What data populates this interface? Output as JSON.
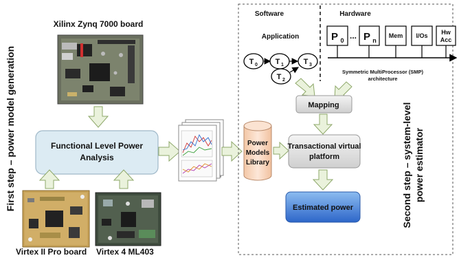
{
  "left_side_title": "First step – power model generation",
  "right_side_title_line1": "Second step – system-level",
  "right_side_title_line2": "power estimator",
  "zynq_label": "Xilinx Zynq 7000 board",
  "flpa_line1": "Functional Level Power",
  "flpa_line2": "Analysis",
  "virtex2_label": "Virtex II Pro board",
  "virtex4_label": "Virtex 4 ML403",
  "library_line1": "Power",
  "library_line2": "Models",
  "library_line3": "Library",
  "software_label": "Software",
  "hardware_label": "Hardware",
  "application_label": "Application",
  "tasks": {
    "t0": "T",
    "t0_sub": "0",
    "t1": "T",
    "t1_sub": "1",
    "t2": "T",
    "t2_sub": "2",
    "t3": "T",
    "t3_sub": "3"
  },
  "hw_blocks": {
    "p0": "P",
    "p0_sub": "0",
    "ellipsis": "...",
    "pn": "P",
    "pn_sub": "n",
    "mem": "Mem",
    "ios": "I/Os",
    "hwacc_line1": "Hw",
    "hwacc_line2": "Acc"
  },
  "smp_line1": "Symmetric MultiProcessor (SMP)",
  "smp_line2": "architecture",
  "mapping_label": "Mapping",
  "tvp_line1": "Transactional virtual",
  "tvp_line2": "platform",
  "estimated_label": "Estimated power",
  "colors": {
    "flpa_fill": "#dcebf3",
    "library_fill": "#f9ddc8",
    "estimated_top": "#7fb0ea",
    "estimated_bottom": "#2d6dd0",
    "arrow_fill": "#eaf2dc",
    "arrow_stroke": "#8ea86a"
  }
}
